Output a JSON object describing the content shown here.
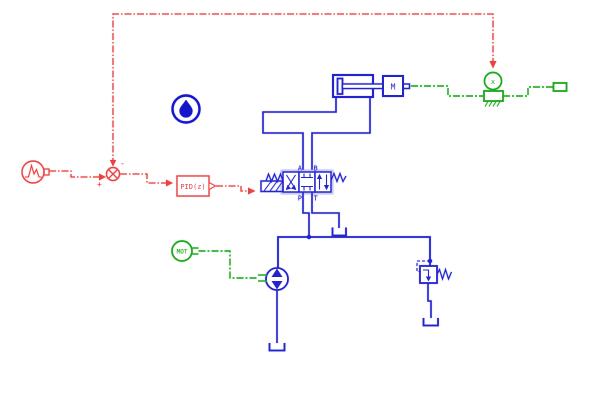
{
  "app": {
    "type": "hydraulic-control-schematic",
    "description": "PID position control of a hydraulic cylinder sketch"
  },
  "colors": {
    "signal_red": "#e84343",
    "hydraulic_blue": "#2424cd",
    "mechanical_green": "#1ea81e",
    "droplet_blue": "#1515cc",
    "background": "#ffffff"
  },
  "labels": {
    "pid_block": "PID(z)",
    "motor_source": "MOT",
    "mass_block": "M",
    "position_sensor": "x",
    "valve_port_a": "A",
    "valve_port_b": "B",
    "valve_port_p": "P",
    "valve_port_t": "T",
    "sum_minus": "-",
    "sum_plus": "+"
  },
  "components": [
    "signal-source",
    "summing-junction",
    "pid-controller-discrete",
    "fluid-properties",
    "proportional-4-3-valve",
    "hydraulic-cylinder",
    "mass-load",
    "displacement-sensor",
    "signal-sink",
    "motor-prime-mover",
    "fixed-displacement-pump",
    "pressure-relief-valve",
    "tank-valve-return",
    "tank-pump-suction",
    "tank-relief-return"
  ]
}
